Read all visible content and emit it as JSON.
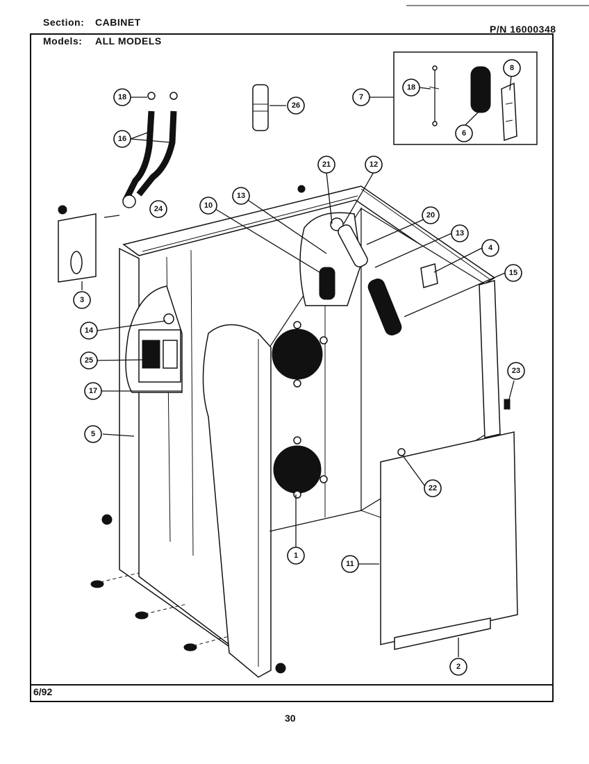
{
  "header": {
    "section_label": "Section:",
    "section_value": "CABINET",
    "models_label": "Models:",
    "models_value": "ALL MODELS",
    "part_number": "P/N 16000348"
  },
  "footer": {
    "date": "6/92",
    "page_number": "30"
  },
  "callouts": [
    "1",
    "2",
    "3",
    "4",
    "5",
    "6",
    "7",
    "8",
    "10",
    "11",
    "12",
    "13",
    "13",
    "14",
    "15",
    "16",
    "17",
    "18",
    "18",
    "20",
    "21",
    "22",
    "23",
    "24",
    "25",
    "26"
  ]
}
